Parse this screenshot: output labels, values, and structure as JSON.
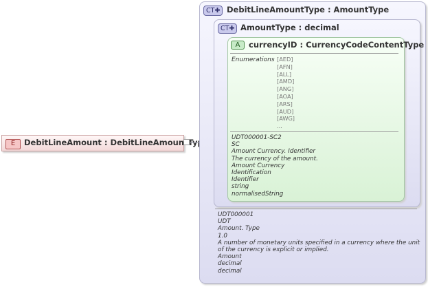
{
  "element": {
    "badge": "E",
    "label": "DebitLineAmount : DebitLineAmountType"
  },
  "outer_type": {
    "badge": "CT",
    "label": "DebitLineAmountType : AmountType",
    "doc": [
      "UDT000001",
      "UDT",
      "Amount. Type",
      "1.0",
      "A number of monetary units specified in a currency where the unit of the currency is explicit or implied.",
      "Amount",
      "decimal",
      "decimal"
    ]
  },
  "inner_type": {
    "badge": "CT",
    "label": "AmountType : decimal"
  },
  "attribute": {
    "badge": "A",
    "label": "currencyID : CurrencyCodeContentType",
    "enumerations_label": "Enumerations",
    "enumerations": [
      "[AED]",
      "[AFN]",
      "[ALL]",
      "[AMD]",
      "[ANG]",
      "[AOA]",
      "[ARS]",
      "[AUD]",
      "[AWG]",
      "..."
    ],
    "doc": [
      "UDT000001-SC2",
      "SC",
      "Amount Currency. Identifier",
      "The currency of the amount.",
      "Amount Currency",
      "Identification",
      "Identifier",
      "string",
      "normalisedString"
    ]
  }
}
